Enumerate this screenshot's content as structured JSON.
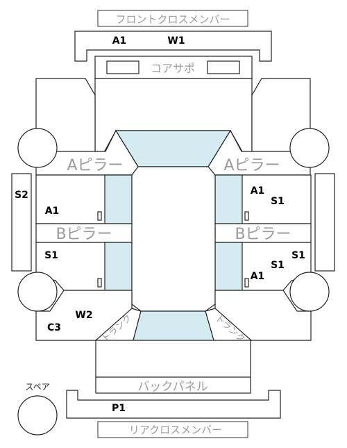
{
  "labels": {
    "front_cross_member": "フロントクロスメンバー",
    "core_support": "コアサポ",
    "a_pillar_left": "Aピラー",
    "a_pillar_right": "Aピラー",
    "b_pillar_left": "Bピラー",
    "b_pillar_right": "Bピラー",
    "trunk_left": "トランク",
    "trunk_right": "トランク",
    "back_panel": "バックパネル",
    "rear_cross_member": "リアクロスメンバー",
    "spare": "スペア"
  },
  "codes": {
    "front_a1": "A1",
    "front_w1": "W1",
    "side_s2": "S2",
    "front_left_a1": "A1",
    "rear_left_s1": "S1",
    "rear_left_w2": "W2",
    "rear_left_c3": "C3",
    "front_right_a1": "A1",
    "front_right_s1": "S1",
    "side_right_s1": "S1",
    "rear_right_s1": "S1",
    "rear_right_a1": "A1",
    "rear_p1": "P1"
  },
  "colors": {
    "glass": "#d4ebf2",
    "label_gray": "#9a9a9a",
    "outline": "#222222"
  }
}
